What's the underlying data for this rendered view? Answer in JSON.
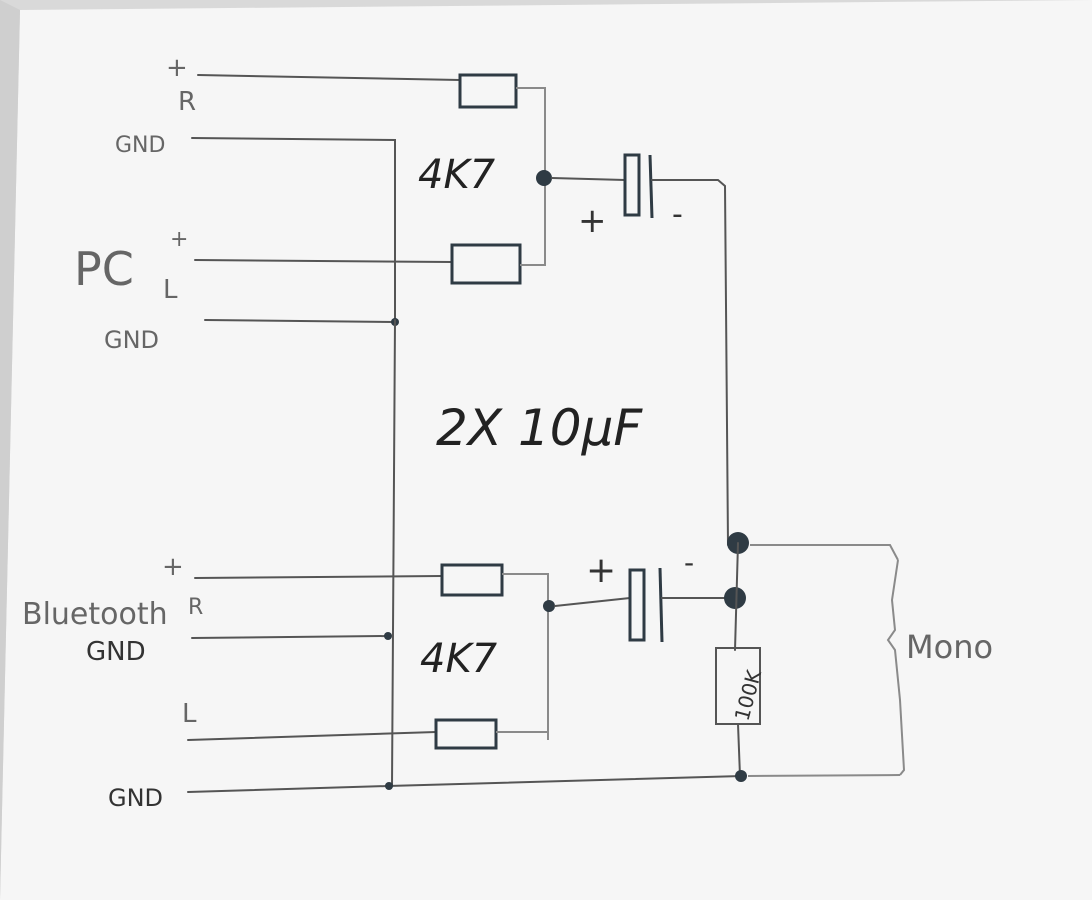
{
  "pc_input": {
    "name": "PC",
    "right_label": "R",
    "left_label": "L",
    "plus_r": "+",
    "plus_l": "+",
    "gnd_r": "GND",
    "gnd_l": "GND",
    "resistor_value": "4K7"
  },
  "capacitor_note": "2X 10µF",
  "cap_top": {
    "plus": "+",
    "minus": "-"
  },
  "cap_bottom": {
    "plus": "+",
    "minus": "-"
  },
  "bluetooth_input": {
    "name": "Bluetooth",
    "right_label": "R",
    "left_label": "L",
    "plus_r": "+",
    "gnd_r": "GND",
    "gnd_bottom": "GND",
    "resistor_value": "4K7"
  },
  "load_resistor": "100K",
  "output": "Mono"
}
